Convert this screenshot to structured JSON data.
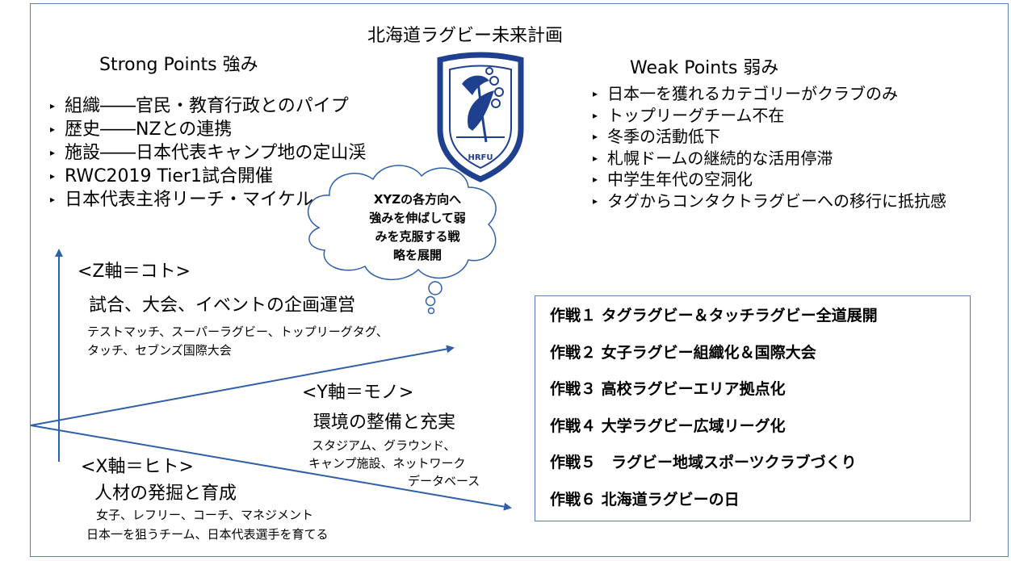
{
  "title": "北海道ラグビー未来計画",
  "strong": {
    "heading": "Strong Points 強み",
    "items": [
      "組織――官民・教育行政とのパイプ",
      "歴史――NZとの連携",
      "施設――日本代表キャンプ地の定山渓",
      "RWC2019 Tier1試合開催",
      "日本代表主将リーチ・マイケル"
    ]
  },
  "weak": {
    "heading": "Weak Points 弱み",
    "items": [
      "日本一を獲れるカテゴリーがクラブのみ",
      "トップリーグチーム不在",
      "冬季の活動低下",
      "札幌ドームの継続的な活用停滞",
      "中学生年代の空洞化",
      "タグからコンタクトラグビーへの移行に抵抗感"
    ]
  },
  "logo": {
    "text": "HRFU",
    "color": "#1f3f8f"
  },
  "cloud": {
    "lines": [
      "XYZの各方向へ",
      "強みを伸ばして弱",
      "みを克服する戦",
      "略を展開"
    ]
  },
  "z_axis": {
    "label": "<Z軸＝コト>",
    "main": "試合、大会、イベントの企画運営",
    "sub": "テストマッチ、スーパーラグビー、トップリーグタグ、タッチ、セブンズ国際大会"
  },
  "y_axis": {
    "label": "<Y軸＝モノ>",
    "main": "環境の整備と充実",
    "sub": [
      "スタジアム、グラウンド、",
      "キャンプ施設、ネットワーク",
      "データベース"
    ]
  },
  "x_axis": {
    "label": "<X軸＝ヒト>",
    "main": "人材の発掘と育成",
    "sub": [
      "女子、レフリー、コーチ、マネジメント",
      "日本一を狙うチーム、日本代表選手を育てる"
    ]
  },
  "operations": [
    "作戦１ タグラグビー＆タッチラグビー全道展開",
    "作戦２ 女子ラグビー組織化＆国際大会",
    "作戦３ 高校ラグビーエリア拠点化",
    "作戦４ 大学ラグビー広域リーグ化",
    "作戦５　ラグビー地域スポーツクラブづくり",
    "作戦６ 北海道ラグビーの日"
  ],
  "colors": {
    "arrow": "#2e5fa8",
    "border": "#5b7fb5"
  }
}
